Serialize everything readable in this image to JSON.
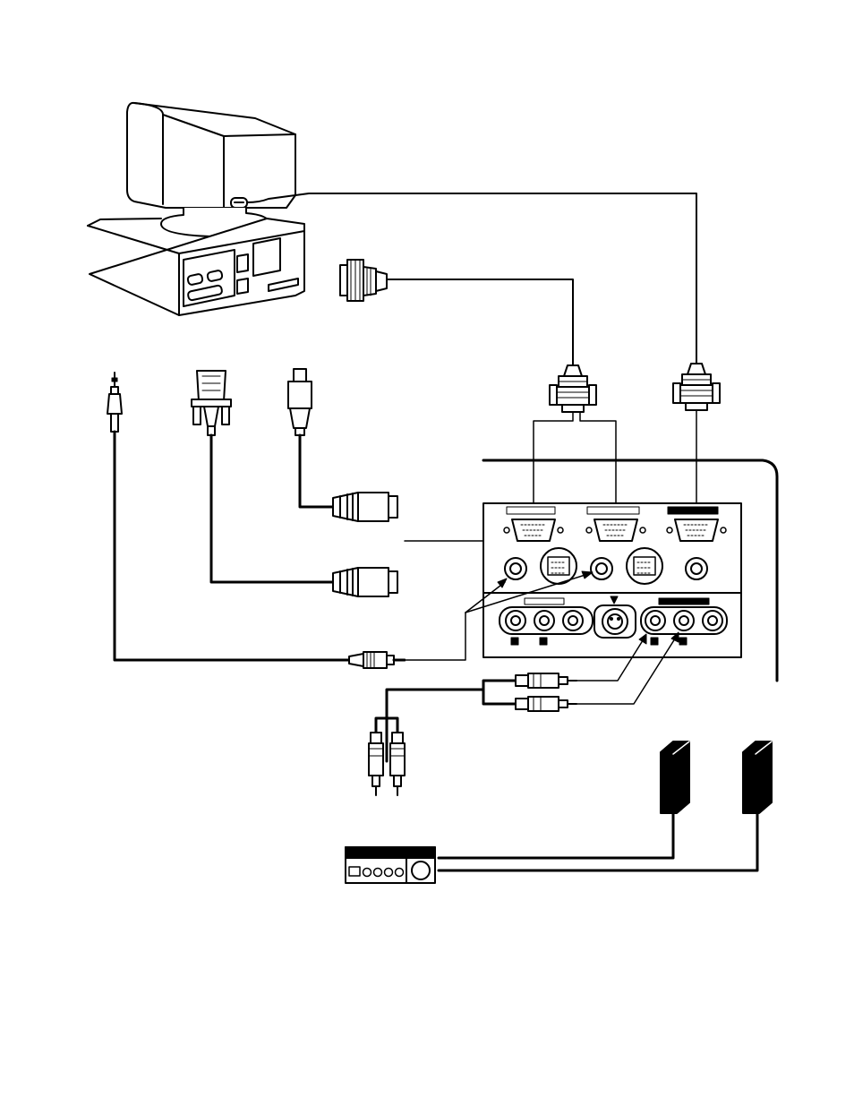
{
  "diagram": {
    "colors": {
      "line": "#000000",
      "background": "#ffffff",
      "fill_dark": "#000000"
    },
    "devices": [
      {
        "id": "desktop-computer",
        "icon": "computer-icon"
      },
      {
        "id": "stereo-amplifier",
        "icon": "amplifier-icon"
      },
      {
        "id": "speaker-left",
        "icon": "speaker-icon"
      },
      {
        "id": "speaker-right",
        "icon": "speaker-icon"
      },
      {
        "id": "projector-terminal-panel",
        "icon": "terminal-panel-icon"
      }
    ],
    "connectors": [
      "stereo-mini-plug",
      "dsub-15-pin-plug",
      "adb-plug",
      "vga-plug-upper",
      "vga-plug-lower-left",
      "vga-plug-lower-right",
      "rca-pin-plug-pair",
      "mini-plug-to-panel"
    ]
  }
}
